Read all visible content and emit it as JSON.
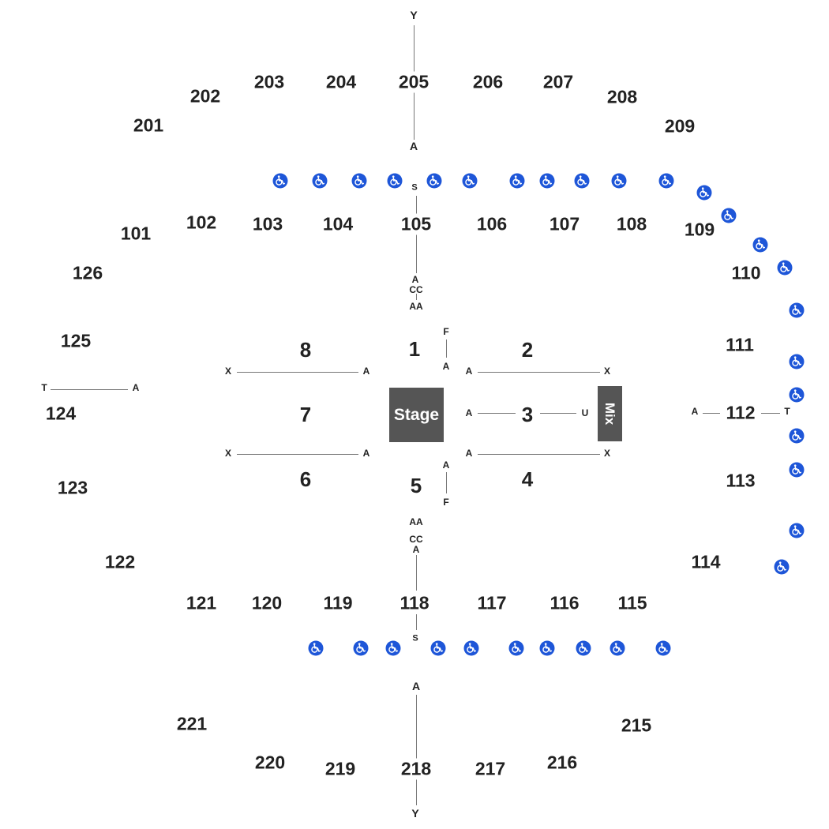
{
  "sections_200_upper": {
    "s201": "201",
    "s202": "202",
    "s203": "203",
    "s204": "204",
    "s205": "205",
    "s206": "206",
    "s207": "207",
    "s208": "208",
    "s209": "209"
  },
  "sections_100": {
    "s101": "101",
    "s102": "102",
    "s103": "103",
    "s104": "104",
    "s105": "105",
    "s106": "106",
    "s107": "107",
    "s108": "108",
    "s109": "109",
    "s110": "110",
    "s111": "111",
    "s112": "112",
    "s113": "113",
    "s114": "114",
    "s115": "115",
    "s116": "116",
    "s117": "117",
    "s118": "118",
    "s119": "119",
    "s120": "120",
    "s121": "121",
    "s122": "122",
    "s123": "123",
    "s124": "124",
    "s125": "125",
    "s126": "126"
  },
  "sections_200_lower": {
    "s215": "215",
    "s216": "216",
    "s217": "217",
    "s218": "218",
    "s219": "219",
    "s220": "220",
    "s221": "221"
  },
  "floor": {
    "f1": "1",
    "f2": "2",
    "f3": "3",
    "f4": "4",
    "f5": "5",
    "f6": "6",
    "f7": "7",
    "f8": "8"
  },
  "stage_label": "Stage",
  "mix_label": "Mix",
  "row_labels": {
    "Y": "Y",
    "A": "A",
    "S": "S",
    "CC": "CC",
    "AA": "AA",
    "F": "F",
    "X": "X",
    "U": "U",
    "T": "T"
  },
  "accessibility_icon": "wheelchair-icon",
  "colors": {
    "accessibility": "#1e56d8",
    "stage": "#555555",
    "text": "#222222"
  }
}
